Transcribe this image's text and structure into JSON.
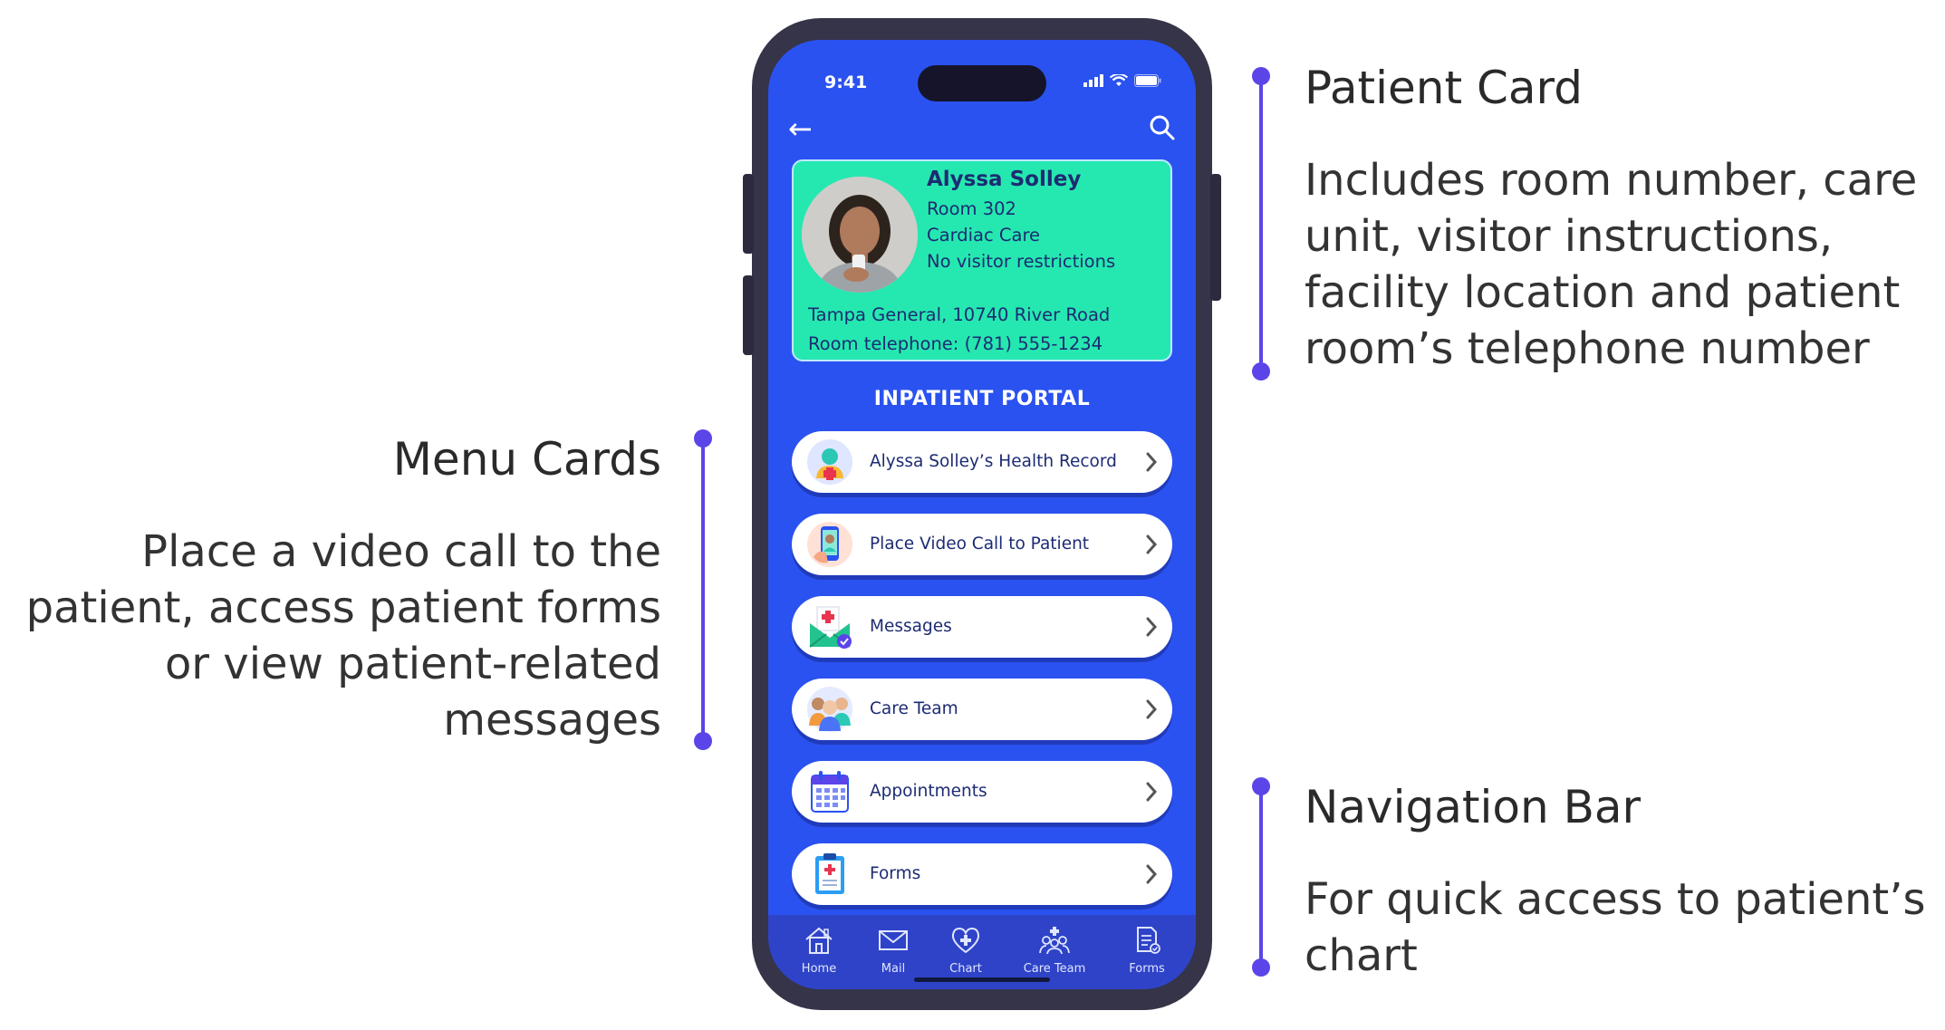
{
  "annotations": {
    "patient_card": {
      "title": "Patient Card",
      "lines": [
        "Includes room number, care",
        "unit, visitor instructions,",
        "facility location and patient",
        "room’s telephone number"
      ]
    },
    "menu_cards": {
      "title": "Menu Cards",
      "lines": [
        "Place a video call to the",
        "patient, access patient forms",
        "or view patient-related",
        "messages"
      ]
    },
    "navigation_bar": {
      "title": "Navigation Bar",
      "lines": [
        "For quick access to patient’s",
        "chart"
      ]
    },
    "accent_color": "#5b45e8"
  },
  "phone": {
    "status": {
      "time": "9:41"
    },
    "patient": {
      "name": "Alyssa Solley",
      "room": "Room 302",
      "unit": "Cardiac Care",
      "visitors": "No visitor restrictions",
      "facility": "Tampa General, 10740 River Road",
      "telephone": "Room telephone: (781) 555-1234"
    },
    "portal_title": "INPATIENT PORTAL",
    "menu": [
      {
        "label": "Alyssa Solley’s Health Record",
        "icon": "health-record-icon"
      },
      {
        "label": "Place Video Call to Patient",
        "icon": "video-call-icon"
      },
      {
        "label": "Messages",
        "icon": "messages-icon"
      },
      {
        "label": "Care Team",
        "icon": "care-team-icon"
      },
      {
        "label": "Appointments",
        "icon": "appointments-icon"
      },
      {
        "label": "Forms",
        "icon": "forms-icon"
      }
    ],
    "nav": [
      {
        "label": "Home",
        "icon": "home-icon"
      },
      {
        "label": "Mail",
        "icon": "mail-icon"
      },
      {
        "label": "Chart",
        "icon": "chart-heart-icon"
      },
      {
        "label": "Care Team",
        "icon": "care-team-icon"
      },
      {
        "label": "Forms",
        "icon": "forms-icon"
      }
    ],
    "colors": {
      "screen": "#2a52f0",
      "patient_card": "#25e8b0",
      "navbar": "#2f43c8"
    }
  }
}
